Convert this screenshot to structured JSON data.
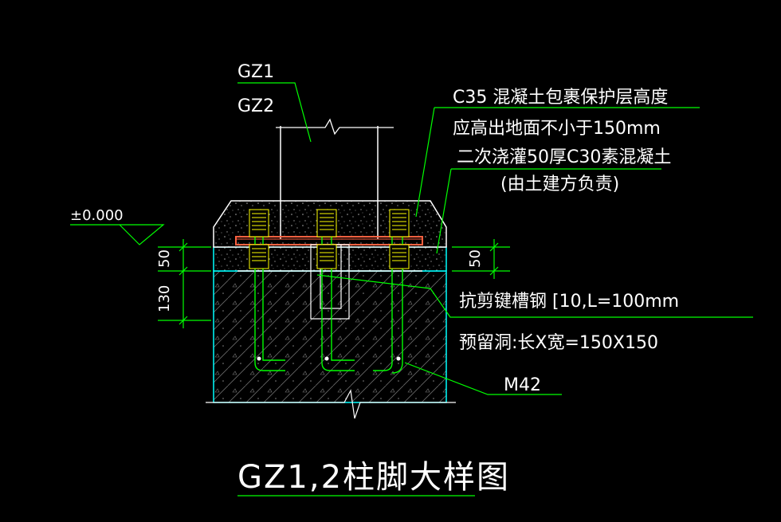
{
  "drawing": {
    "column_labels": [
      "GZ1",
      "GZ2"
    ],
    "level_mark": "±0.000",
    "notes": {
      "c35_line1": "C35 混凝土包裹保护层高度",
      "c35_line2": "应高出地面不小于150mm",
      "grout_line1": "二次浇灌50厚C30素混凝土",
      "grout_line2": "(由土建方负责)",
      "shear_key": "抗剪键槽钢 [10,L=100mm",
      "reserved_hole": "预留洞:长X宽=150X150",
      "anchor_bolt": "M42"
    },
    "dimensions": {
      "left_top": "50",
      "left_bottom": "130",
      "right_top": "50"
    },
    "title": "GZ1,2柱脚大样图"
  },
  "colors": {
    "background": "#000000",
    "leader": "#00ff00",
    "outline": "#ffffff",
    "base_outline": "#00ffff",
    "bolt": "#ffff00",
    "base_plate": "#ff6040",
    "bolt_body": "#00ff00"
  }
}
